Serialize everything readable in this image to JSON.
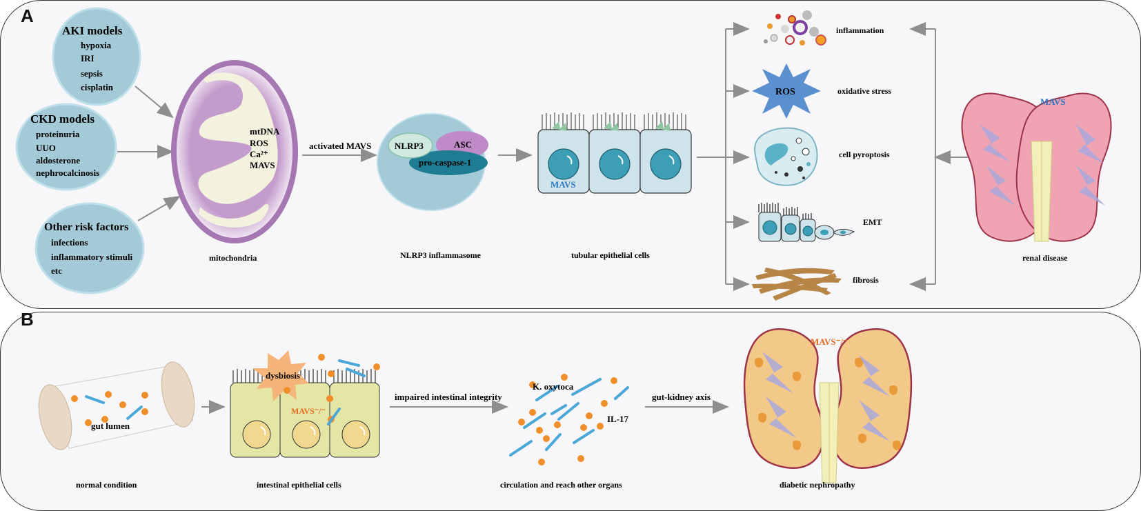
{
  "panel_a": {
    "label": "A",
    "aki_title": "AKI models",
    "aki_items": [
      "hypoxia",
      "IRI",
      "sepsis",
      "cisplatin"
    ],
    "ckd_title": "CKD models",
    "ckd_items": [
      "proteinuria",
      "UUO",
      "aldosterone",
      "nephrocalcinosis"
    ],
    "other_title": "Other risk factors",
    "other_items": [
      "infections",
      "inflammatory stimuli",
      "etc"
    ],
    "mito_items": [
      "mtDNA",
      "ROS",
      "Ca²⁺",
      "MAVS"
    ],
    "mito_caption": "mitochondria",
    "arrow_label": "activated MAVS",
    "nlrp3": "NLRP3",
    "asc": "ASC",
    "procaspase": "pro-caspase-1",
    "inflammasome_caption": "NLRP3 inflammasome",
    "cell_mavs": "MAVS",
    "tubular_caption": "tubular epithelial cells",
    "ros": "ROS",
    "outcomes": [
      "inflammation",
      "oxidative stress",
      "cell pyroptosis",
      "EMT",
      "fibrosis"
    ],
    "kidney_mavs": "MAVS",
    "kidney_caption": "renal disease"
  },
  "panel_b": {
    "label": "B",
    "gut_lumen": "gut lumen",
    "normal_caption": "normal condition",
    "dysbiosis": "dysbiosis",
    "mavs_ko": "MAVS⁻/⁻",
    "intestinal_caption": "intestinal epithelial cells",
    "arrow1": "impaired intestinal integrity",
    "k_oxytoca": "K. oxytoca",
    "il17": "IL-17",
    "circulation_caption": "circulation and reach other organs",
    "arrow2": "gut-kidney axis",
    "kidney_mavs_ko": "MAVS⁻/⁻",
    "kidney_caption": "diabetic nephropathy"
  },
  "colors": {
    "bubble": "#a3cad6",
    "mito_outer": "#a678b3",
    "mito_inner": "#f2f2de",
    "cell_blue": "#cfe3ea",
    "nucleus": "#3d9fb5",
    "kidney_pink": "#f0a3b3",
    "kidney_orange": "#f3c98a",
    "gut_cell": "#e3e6a4",
    "ros_star": "#5a8fd0",
    "fibrosis": "#b78546",
    "mavs_blue": "#2a76c0",
    "mavs_orange": "#e66a1e"
  }
}
